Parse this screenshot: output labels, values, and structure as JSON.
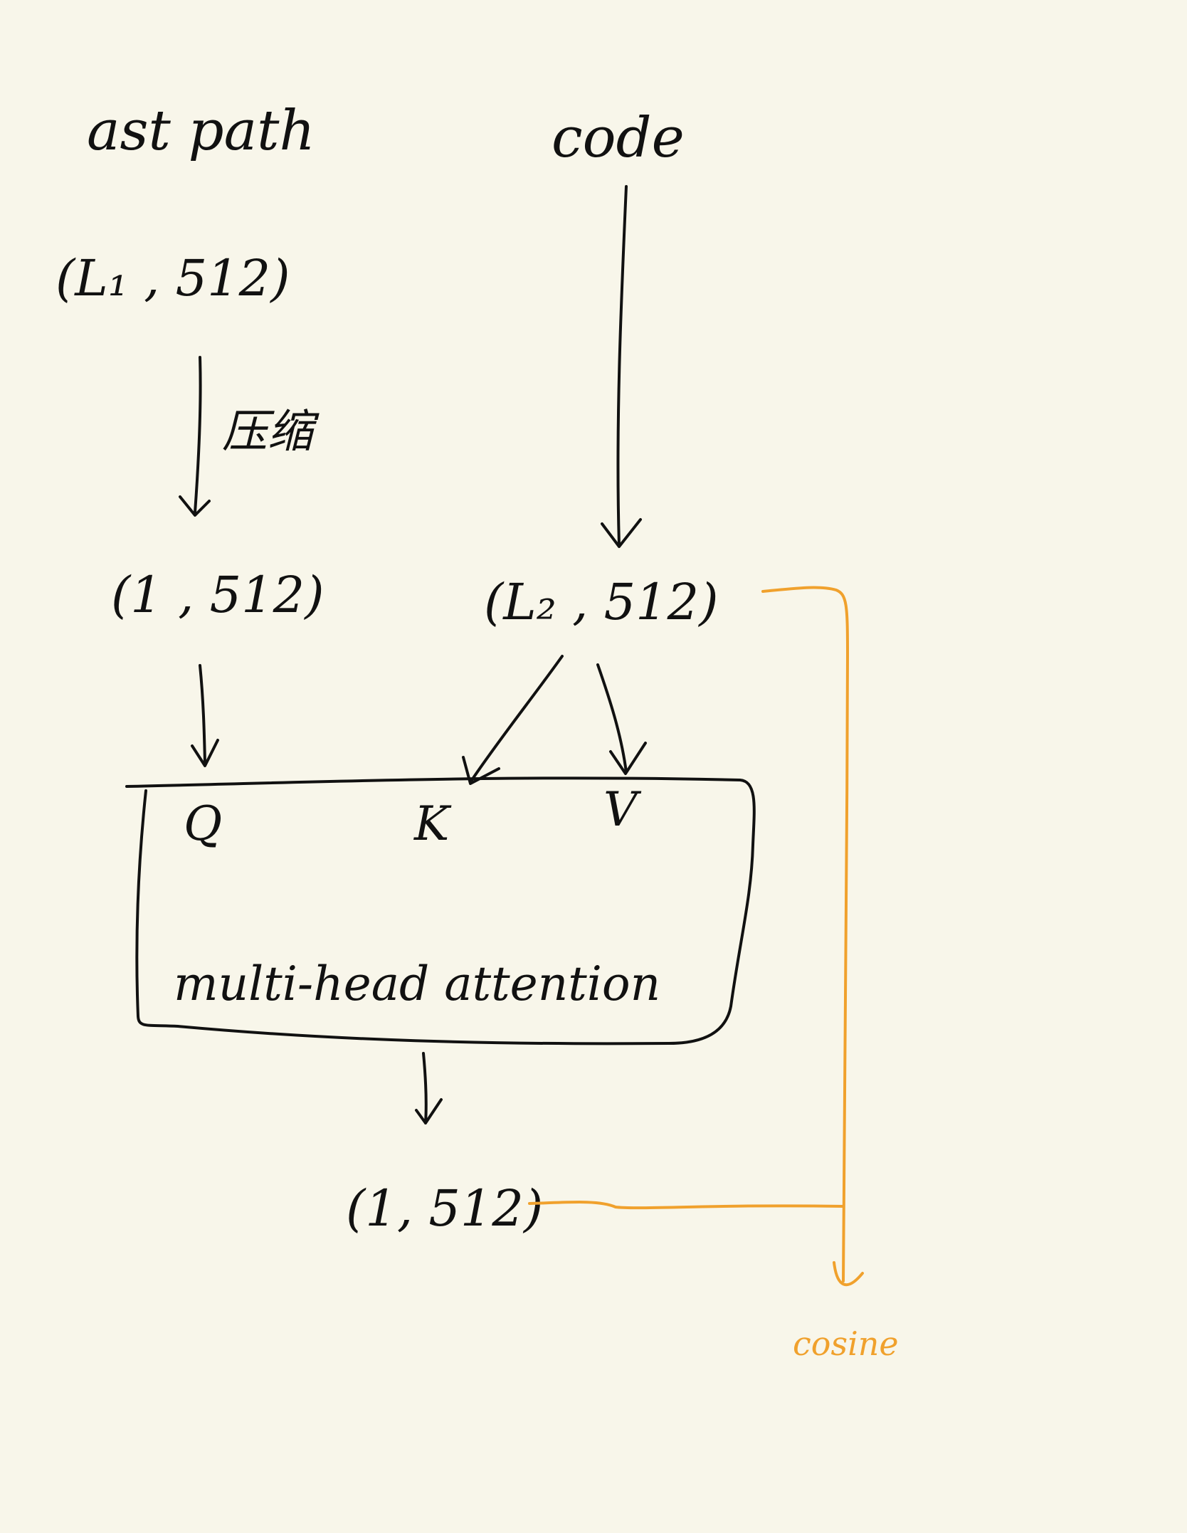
{
  "colors": {
    "ink": "#111111",
    "accent": "#f0a12d",
    "background": "#f8f6ea"
  },
  "nodes": {
    "ast_path": "ast path",
    "code": "code",
    "ast_shape": "(L₁ , 512)",
    "compress_label": "压缩",
    "compressed_shape": "(1 , 512)",
    "code_shape": "(L₂ , 512)",
    "q": "Q",
    "k": "K",
    "v": "V",
    "attention_box": "multi-head attention",
    "output_shape": "(1, 512)",
    "cosine": "cosine"
  }
}
